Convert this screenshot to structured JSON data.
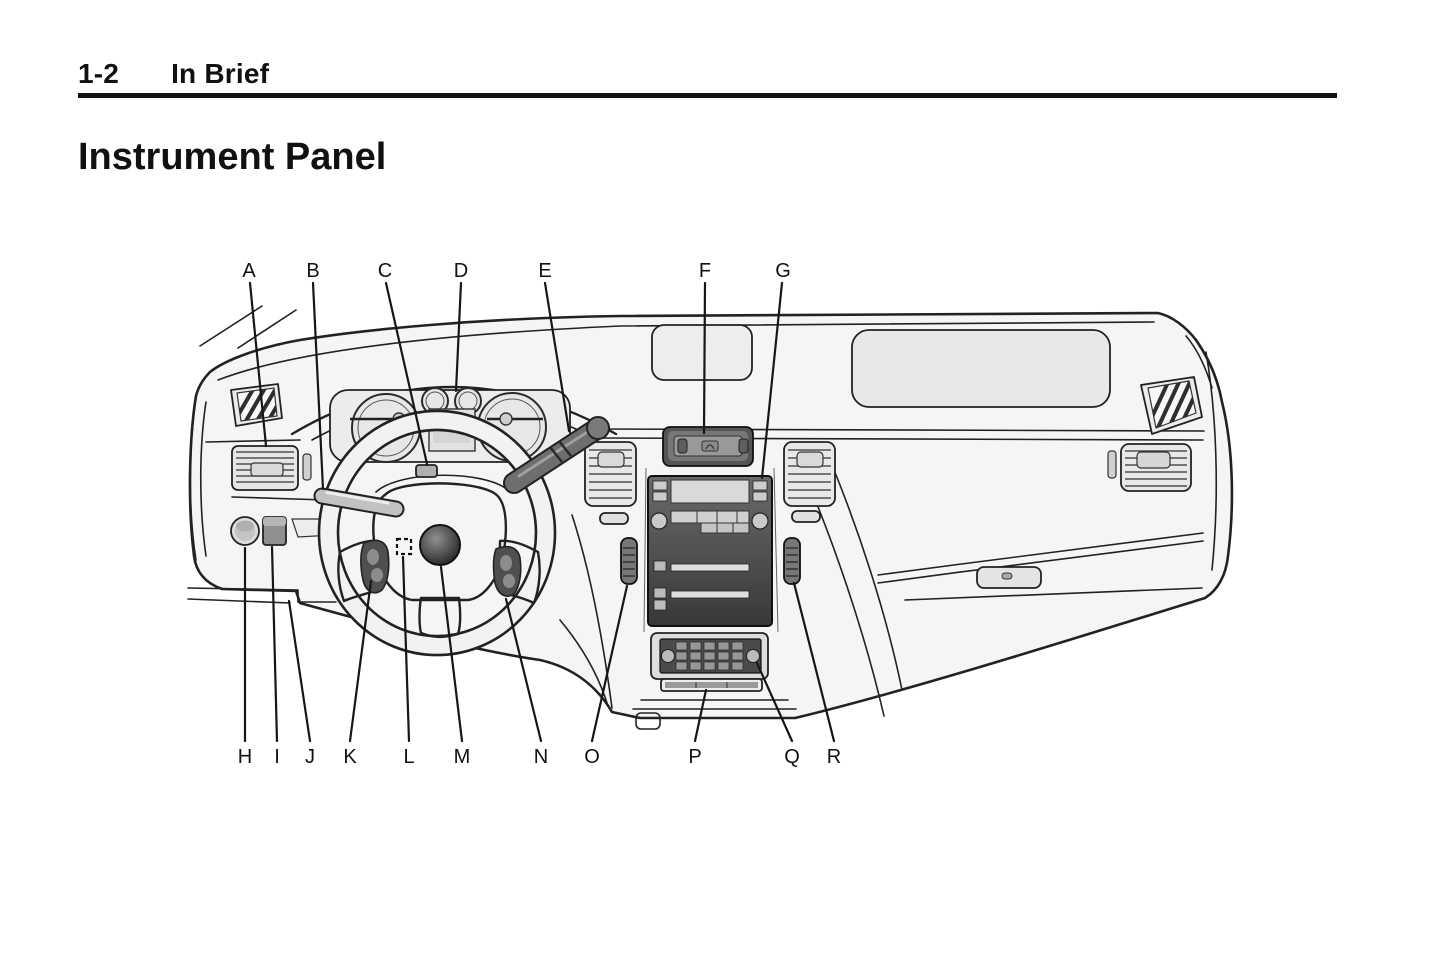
{
  "page": {
    "page_number": "1-2",
    "section_title": "In Brief",
    "heading": "Instrument Panel"
  },
  "diagram": {
    "description": "Line drawing of the vehicle instrument panel (dashboard) with lettered callouts",
    "callouts_top": [
      "A",
      "B",
      "C",
      "D",
      "E",
      "F",
      "G"
    ],
    "callouts_bottom": [
      "H",
      "I",
      "J",
      "K",
      "L",
      "M",
      "N",
      "O",
      "P",
      "Q",
      "R"
    ]
  },
  "colors": {
    "ink": "#1a1a1a",
    "paper": "#ffffff",
    "dash_body": "#f5f5f5",
    "panel_dark": "#4a4a4a"
  }
}
